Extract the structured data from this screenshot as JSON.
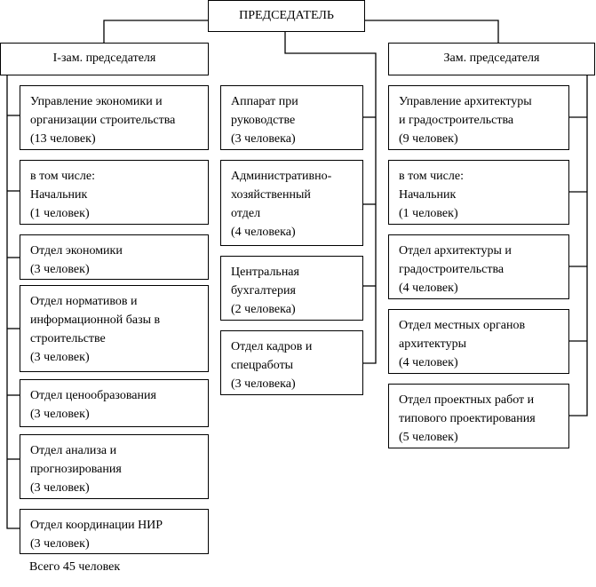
{
  "chairman": "ПРЕДСЕДАТЕЛЬ",
  "left_head": "I-зам. председателя",
  "right_head": "Зам. председателя",
  "left": [
    [
      "Управление экономики и",
      "организации строительства",
      "(13 человек)"
    ],
    [
      " в том числе:",
      "Начальник",
      "(1 человек)"
    ],
    [
      "Отдел экономики",
      "(3 человек)"
    ],
    [
      "Отдел нормативов и",
      "информационной базы в",
      "строительстве",
      "(3 человек)"
    ],
    [
      "Отдел ценообразования",
      "(3 человек)"
    ],
    [
      "Отдел анализа и",
      "прогнозирования",
      "(3 человек)"
    ],
    [
      "Отдел координации НИР",
      "(3 человек)"
    ]
  ],
  "middle": [
    [
      "Аппарат при",
      "руководстве",
      "(3 человека)"
    ],
    [
      "Административно-",
      "хозяйственный",
      "отдел",
      "(4 человека)"
    ],
    [
      "Центральная",
      "бухгалтерия",
      "(2 человека)"
    ],
    [
      "Отдел кадров и",
      "спецработы",
      "(3 человека)"
    ]
  ],
  "right": [
    [
      "Управление архитектуры",
      "и градостроительства",
      "(9 человек)"
    ],
    [
      " в том числе:",
      "Начальник",
      "(1 человек)"
    ],
    [
      "Отдел архитектуры и",
      "градостроительства",
      "(4 человек)"
    ],
    [
      "Отдел местных органов",
      "архитектуры",
      "(4 человек)"
    ],
    [
      "Отдел проектных работ и",
      "типового проектирования",
      "(5 человек)"
    ]
  ],
  "total": "Всего 45 человек"
}
